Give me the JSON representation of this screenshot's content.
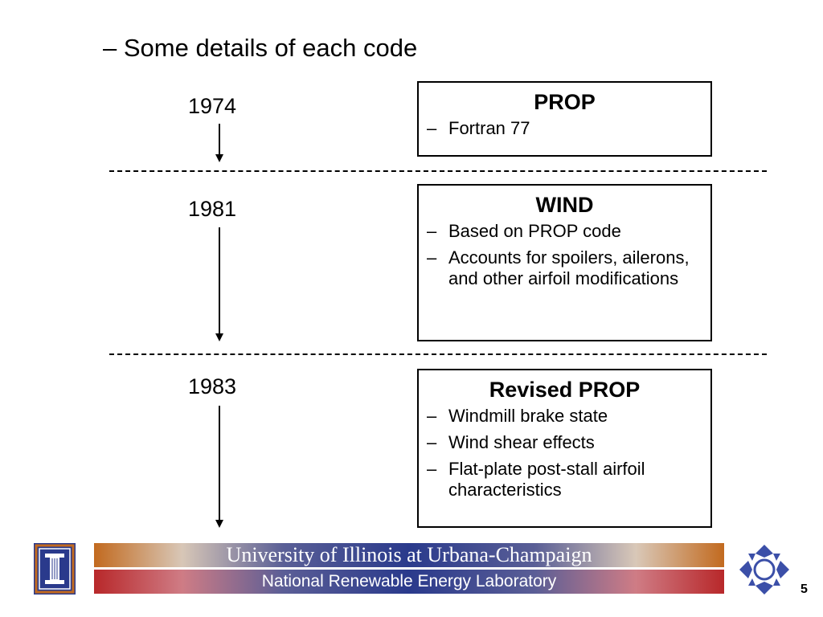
{
  "subtitle": "– Some details of each code",
  "timeline": [
    {
      "year": "1974",
      "title": "PROP",
      "items": [
        "Fortran 77"
      ]
    },
    {
      "year": "1981",
      "title": "WIND",
      "items": [
        "Based on PROP code",
        "Accounts for spoilers, ailerons, and other airfoil modifications"
      ]
    },
    {
      "year": "1983",
      "title": "Revised PROP",
      "items": [
        "Windmill brake state",
        "Wind shear effects",
        "Flat-plate post-stall airfoil characteristics"
      ]
    }
  ],
  "bullet_dash": "–",
  "footer": {
    "university": "University of Illinois at Urbana-Champaign",
    "lab": "National Renewable Energy Laboratory",
    "left_logo": "illinois-column-logo",
    "right_logo": "nrel-diamond-logo"
  },
  "page_number": "5",
  "colors": {
    "navy": "#2a3a8c",
    "orange": "#c26a1f",
    "red": "#b8282a",
    "logo_blue": "#3b4fa8"
  }
}
